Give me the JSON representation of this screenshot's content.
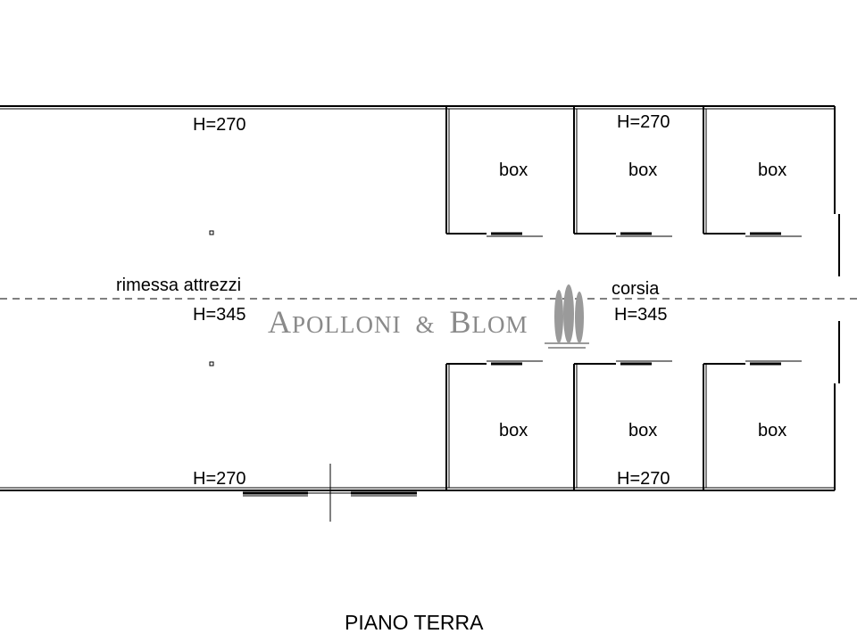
{
  "plan": {
    "title": "PIANO TERRA",
    "heights": {
      "left_top": "H=270",
      "left_middle": "H=345",
      "left_bottom": "H=270",
      "right_top": "H=270",
      "right_middle": "H=345",
      "right_bottom": "H=270"
    },
    "rooms": {
      "main": "rimessa attrezzi",
      "corridor": "corsia",
      "box_top_1": "box",
      "box_top_2": "box",
      "box_top_3": "box",
      "box_bottom_1": "box",
      "box_bottom_2": "box",
      "box_bottom_3": "box"
    }
  },
  "watermark": {
    "text_big_a": "A",
    "text_small_a": "POLLONI",
    "amp": "&",
    "text_big_b": "B",
    "text_small_b": "LOM",
    "color": "#8a8a8a",
    "emblem": "cypress-trees-logo"
  }
}
